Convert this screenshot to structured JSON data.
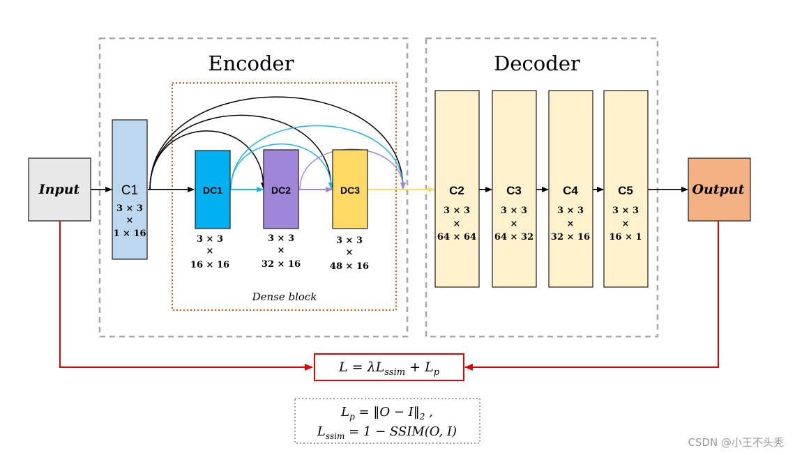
{
  "encoder": {
    "title": "Encoder"
  },
  "decoder": {
    "title": "Decoder"
  },
  "dense_block": {
    "label": "Dense block"
  },
  "input": {
    "label": "Input"
  },
  "output": {
    "label": "Output"
  },
  "c1": {
    "label": "C1",
    "dim1": "3 × 3",
    "x": "×",
    "dim2": "1 × 16"
  },
  "dc1": {
    "label": "DC1",
    "dim1": "3 × 3",
    "x": "×",
    "dim2": "16 × 16"
  },
  "dc2": {
    "label": "DC2",
    "dim1": "3 × 3",
    "x": "×",
    "dim2": "32 × 16"
  },
  "dc3": {
    "label": "DC3",
    "dim1": "3 × 3",
    "x": "×",
    "dim2": "48 × 16"
  },
  "c2": {
    "label": "C2",
    "dim1": "3 × 3",
    "x": "×",
    "dim2": "64 × 64"
  },
  "c3": {
    "label": "C3",
    "dim1": "3 × 3",
    "x": "×",
    "dim2": "64 × 32"
  },
  "c4": {
    "label": "C4",
    "dim1": "3 × 3",
    "x": "×",
    "dim2": "32 × 16"
  },
  "c5": {
    "label": "C5",
    "dim1": "3 × 3",
    "x": "×",
    "dim2": "16 × 1"
  },
  "loss": {
    "total": "L = λL",
    "total_sub": "ssim",
    "total_plus": " + L",
    "total_sub2": "p",
    "lp_lhs": "L",
    "lp_sub": "p",
    "lp_rhs": " = ‖O − I‖",
    "lp_norm": "2",
    "lp_tail": " ,",
    "lssim_lhs": "L",
    "lssim_sub": "ssim",
    "lssim_rhs": " = 1 − SSIM(O, I)"
  },
  "watermark": "CSDN @小王不头秃",
  "colors": {
    "input_fill": "#e8e8e8",
    "c1_fill": "#bdd7ee",
    "dc1_fill": "#00b0f0",
    "dc2_fill": "#9f86d9",
    "dc3_fill": "#ffd966",
    "decoder_fill": "#fff2cc",
    "output_fill": "#f4b183",
    "loss_red": "#e00000",
    "cyan_arc": "#1fb3e6",
    "purple_arc": "#9f86d9",
    "yellow_arrow": "#ffd966",
    "dashed_gray": "#a6a6a6",
    "dense_orange": "#c55a11"
  }
}
